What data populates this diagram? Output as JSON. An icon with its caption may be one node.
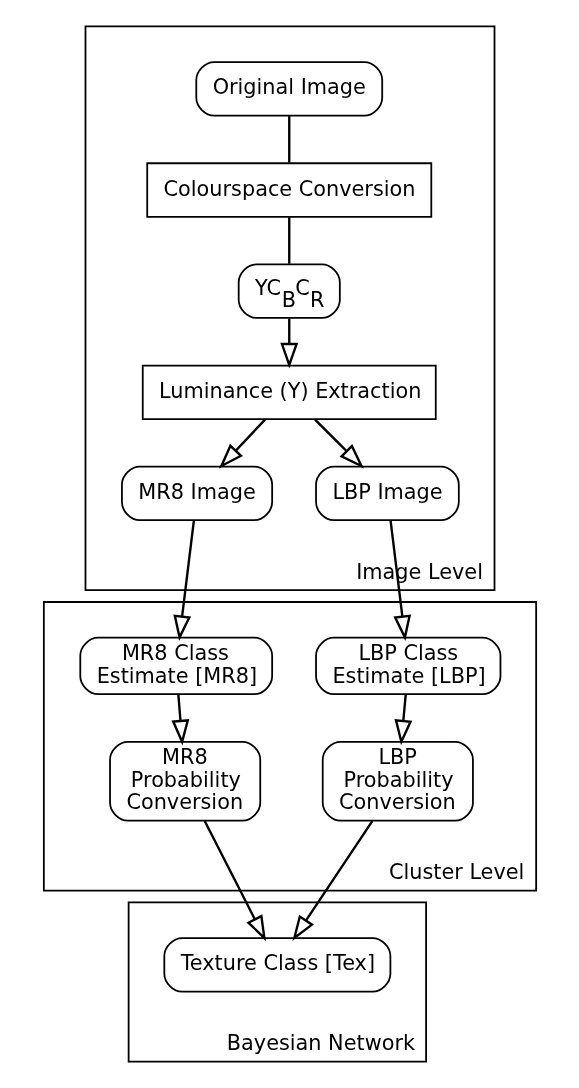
{
  "diagram": {
    "nodes": [
      {
        "text": [
          "Image Level"
        ]
      },
      {
        "text": [
          "Original Image"
        ],
        "in": 0
      },
      {
        "text": [
          "Colourspace Conversion"
        ],
        "in": 0
      },
      {
        "text": [
          "YC$_{B}$C$_{R}$"
        ],
        "in": 0
      },
      {
        "text": [
          "Luminance (Y) Extraction"
        ],
        "in": 0
      },
      {
        "text": [
          "MR8 Image"
        ],
        "in": 0
      },
      {
        "text": [
          "LBP Image"
        ],
        "in": 0
      },
      {
        "text": [
          "Cluster Level"
        ]
      },
      {
        "text": [
          "MR8 Class Estimate [MR8]"
        ],
        "in": 7
      },
      {
        "text": [
          "LBP Class Estimate [LBP]"
        ],
        "in": 7
      },
      {
        "text": [
          "MR8 Probability Conversion"
        ],
        "in": 7
      },
      {
        "text": [
          "LBP Probability Conversion"
        ],
        "in": 7
      },
      {
        "text": [
          "Bayesian Network"
        ]
      },
      {
        "text": [
          "Texture Class [Tex]"
        ],
        "in": 12
      }
    ],
    "edges": [
      {
        "from": 1,
        "to": 2,
        "arrow": "none"
      },
      {
        "from": 2,
        "to": 3,
        "arrow": "none"
      },
      {
        "from": 3,
        "to": 4,
        "arrow": "to"
      },
      {
        "from": 4,
        "to": 5,
        "arrow": "to"
      },
      {
        "from": 4,
        "to": 6,
        "arrow": "to"
      },
      {
        "from": 5,
        "to": 8,
        "arrow": "to"
      },
      {
        "from": 6,
        "to": 9,
        "arrow": "to"
      },
      {
        "from": 8,
        "to": 10,
        "arrow": "to"
      },
      {
        "from": 9,
        "to": 11,
        "arrow": "to"
      },
      {
        "from": 10,
        "to": 13,
        "arrow": "to"
      },
      {
        "from": 11,
        "to": 13,
        "arrow": "to"
      }
    ]
  }
}
